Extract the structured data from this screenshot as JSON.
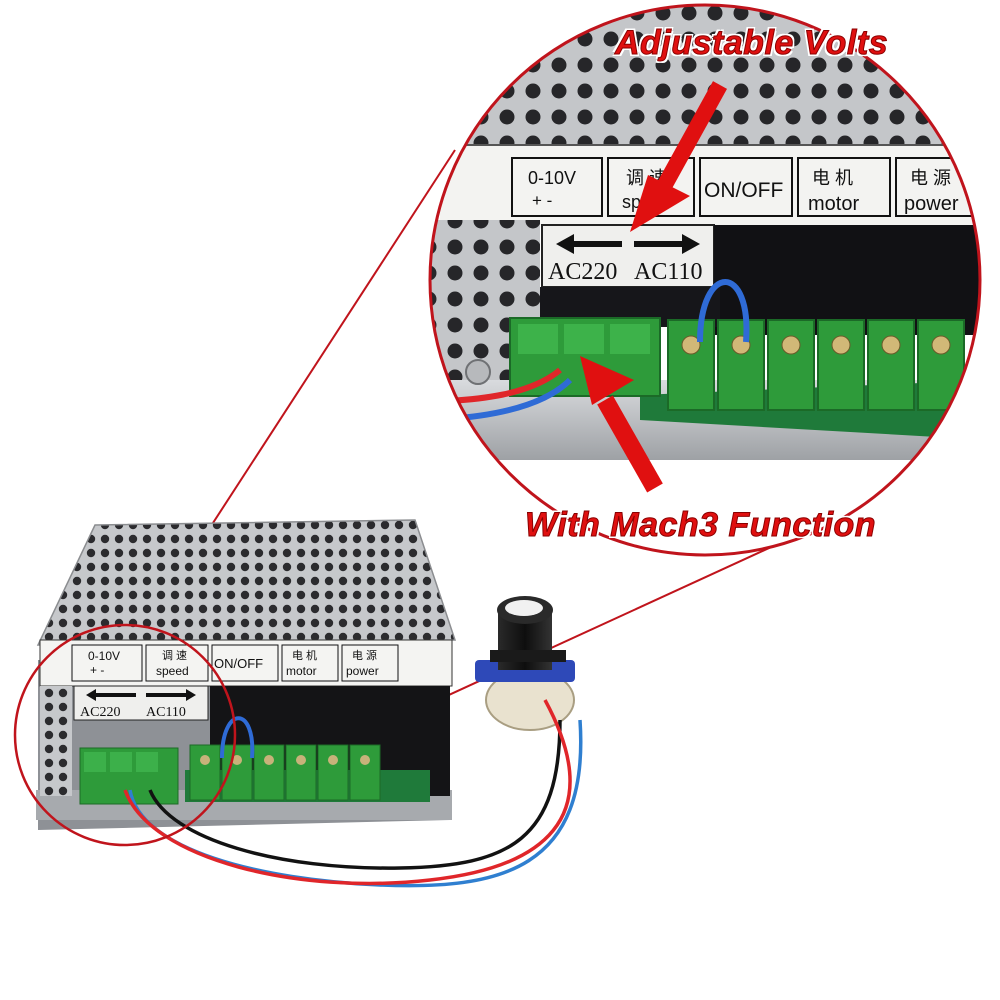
{
  "callouts": {
    "top": "Adjustable Volts",
    "middle": "With Mach3  Function"
  },
  "panel_labels": {
    "voltage": "0-10V",
    "plus_minus": "+   -",
    "speed_cn": "调 速",
    "speed": "speed",
    "onoff": "ON/OFF",
    "motor_cn": "电 机",
    "motor": "motor",
    "power_cn": "电 源",
    "power": "power",
    "ac220": "AC220",
    "ac110": "AC110"
  },
  "colors": {
    "callout_red": "#e01010",
    "circle_red": "#c0141c",
    "terminal_green": "#2e9b3a",
    "pcb_green": "#1f7a3a",
    "chassis_gray": "#b9bcc0",
    "knob_black": "#161616"
  }
}
